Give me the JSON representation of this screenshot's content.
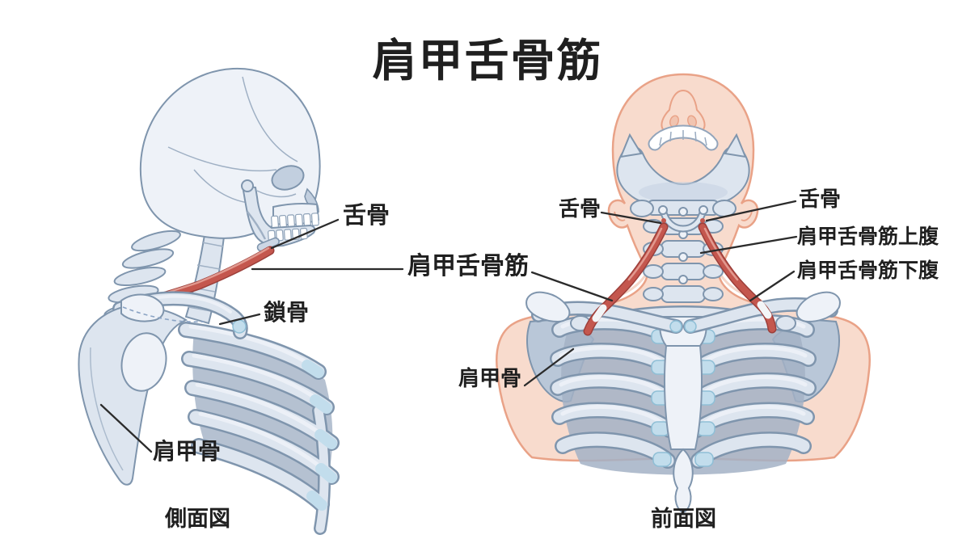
{
  "title": "肩甲舌骨筋",
  "shared_label": {
    "omohyoid": "肩甲舌骨筋"
  },
  "lateral_view": {
    "caption": "側面図",
    "labels": {
      "hyoid": "舌骨",
      "clavicle": "鎖骨",
      "scapula": "肩甲骨"
    }
  },
  "frontal_view": {
    "caption": "前面図",
    "labels": {
      "hyoid_left": "舌骨",
      "hyoid_right": "舌骨",
      "omohyoid_superior_belly": "肩甲舌骨筋上腹",
      "omohyoid_inferior_belly": "肩甲舌骨筋下腹",
      "scapula": "肩甲骨"
    }
  },
  "colors": {
    "bg": "#ffffff",
    "ink": "#1f1f1f",
    "line": "#2b2b2b",
    "bone": "#dde5ef",
    "boneLight": "#eef2f8",
    "boneShade": "#b9c7d8",
    "boneLine": "#7f95ad",
    "intercostal": "#a3b2c6",
    "cartilage": "#c2ddec",
    "cartilageLine": "#8fbfd6",
    "muscle": "#c4574e",
    "muscleDark": "#9c3f3a",
    "muscleLight": "#e6a197",
    "tendon": "#f3f5f7",
    "skin": "#f8dbcd",
    "skinShade": "#f1c4b0",
    "skinLine": "#e9a287"
  }
}
